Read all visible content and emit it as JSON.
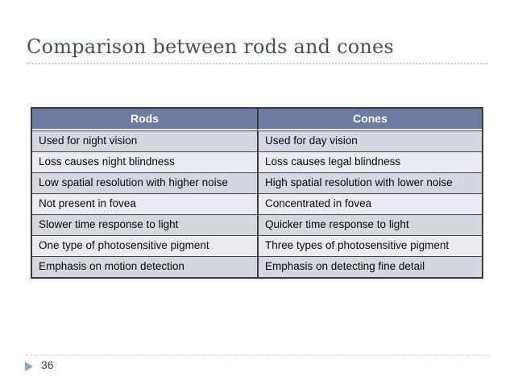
{
  "slide": {
    "title": "Comparison between rods and cones"
  },
  "table": {
    "headers": [
      "Rods",
      "Cones"
    ],
    "rows": [
      [
        "Used for night vision",
        "Used for day vision"
      ],
      [
        "Loss causes night blindness",
        "Loss causes legal blindness"
      ],
      [
        "Low spatial resolution with higher noise",
        "High spatial resolution with lower noise"
      ],
      [
        "Not present in fovea",
        "Concentrated in fovea"
      ],
      [
        "Slower time response to light",
        "Quicker time response to light"
      ],
      [
        "One type of photosensitive pigment",
        "Three types of photosensitive pigment"
      ],
      [
        "Emphasis on motion detection",
        "Emphasis on detecting fine detail"
      ]
    ]
  },
  "footer": {
    "page_number": "36"
  },
  "icons": {
    "slide_number_marker_icon": "right-pointing-triangle"
  },
  "colors": {
    "header_bg": "#6E7AA2",
    "row_band_dark": "#D6D8E1",
    "row_band_light": "#EBECF2",
    "table_border": "#3A3A44",
    "title_text": "#474E5C",
    "title_rule_dotted": "#B9C7DC",
    "footer_rule_dotted": "#DADFE8",
    "marker_triangle": "#8EA8C6",
    "page_number_text": "#3E3F45"
  }
}
